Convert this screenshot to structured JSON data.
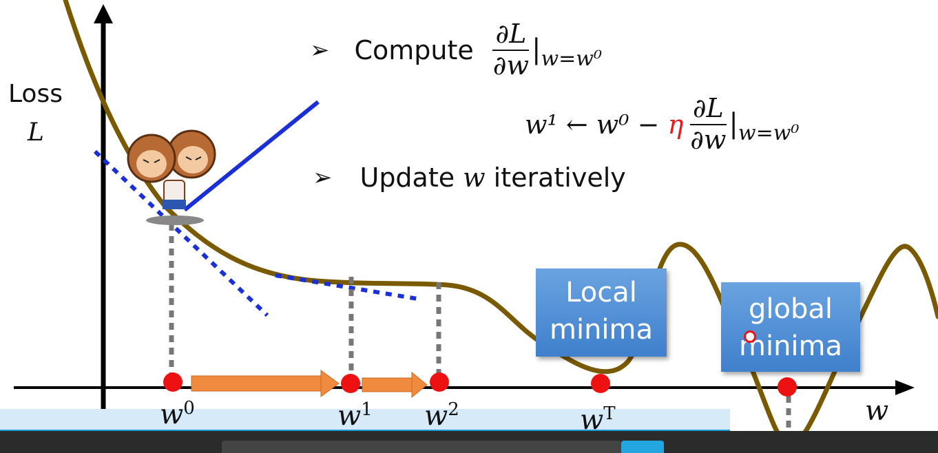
{
  "axes": {
    "y_label_line1": "Loss",
    "y_label_line2": "L",
    "x_label": "w"
  },
  "bullets": {
    "marker": "➢",
    "compute_prefix": "Compute",
    "dL": "∂L",
    "dw": "∂w",
    "eval_at": "w=w⁰",
    "update_lhs": "w¹ ← w⁰ −",
    "eta": "η",
    "update_pre": "Update",
    "update_var": "w",
    "update_post": "iteratively"
  },
  "boxes": {
    "local": "Local\nminima",
    "global": "global\nminima"
  },
  "points": [
    {
      "base": "w",
      "sup": "0"
    },
    {
      "base": "w",
      "sup": "1"
    },
    {
      "base": "w",
      "sup": "2"
    },
    {
      "base": "w",
      "sup": "T"
    }
  ],
  "colors": {
    "curve": "#7a5a00",
    "tangent": "#1a2fd6",
    "point": "#ee1111",
    "arrow": "#f08a3e",
    "eta": "#e31c1c"
  }
}
